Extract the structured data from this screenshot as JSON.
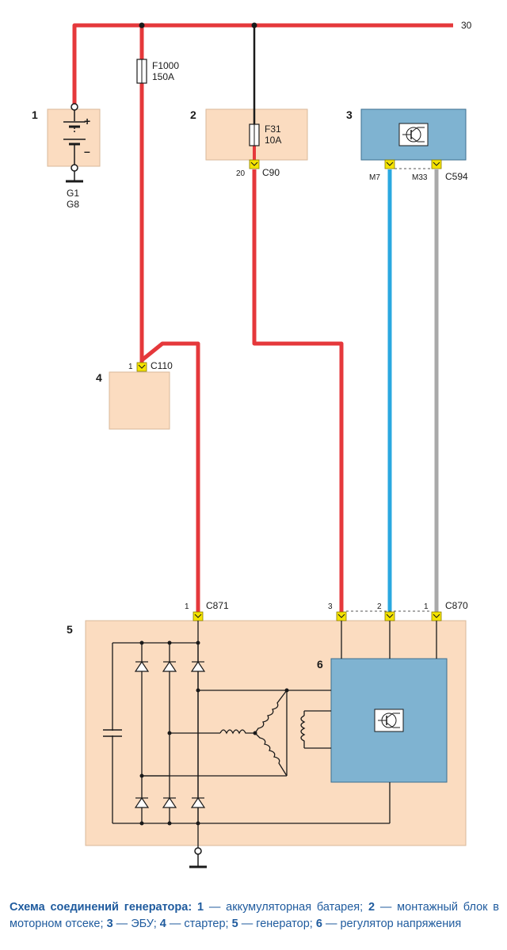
{
  "labels": {
    "terminal_30": "30",
    "fuse_main_name": "F1000",
    "fuse_main_rating": "150A",
    "fuse_f31_name": "F31",
    "fuse_f31_rating": "10A",
    "ground_g1": "G1",
    "ground_g8": "G8",
    "connector_c90": "C90",
    "connector_c90_pin": "20",
    "connector_c594": "C594",
    "pin_m7": "M7",
    "pin_m33": "M33",
    "connector_c110": "C110",
    "connector_c110_pin": "1",
    "connector_c871": "C871",
    "connector_c871_pin": "1",
    "connector_c870": "C870",
    "c870_pin_3": "3",
    "c870_pin_2": "2",
    "c870_pin_1": "1",
    "battery_plus": "+",
    "battery_minus": "–"
  },
  "components": {
    "c1": "1",
    "c2": "2",
    "c3": "3",
    "c4": "4",
    "c5": "5",
    "c6": "6"
  },
  "caption": {
    "title": "Схема соединений генератора:",
    "n1": "1",
    "t1": "— аккумуляторная батарея;",
    "n2": "2",
    "t2": "— монтажный блок в моторном отсеке;",
    "n3": "3",
    "t3": "— ЭБУ;",
    "n4": "4",
    "t4": "— стартер;",
    "n5": "5",
    "t5": "— генератор;",
    "n6": "6",
    "t6": "— регулятор напряжения"
  },
  "colors": {
    "power_wire": "#e5383b",
    "signal_wire_m7": "#2aa8e0",
    "signal_wire_m33": "#a9a9a9",
    "component_fill": "#fbdcc0",
    "ecu_fill": "#7fb3d1",
    "connector": "#f5e400",
    "caption_text": "#1f5b9e"
  }
}
